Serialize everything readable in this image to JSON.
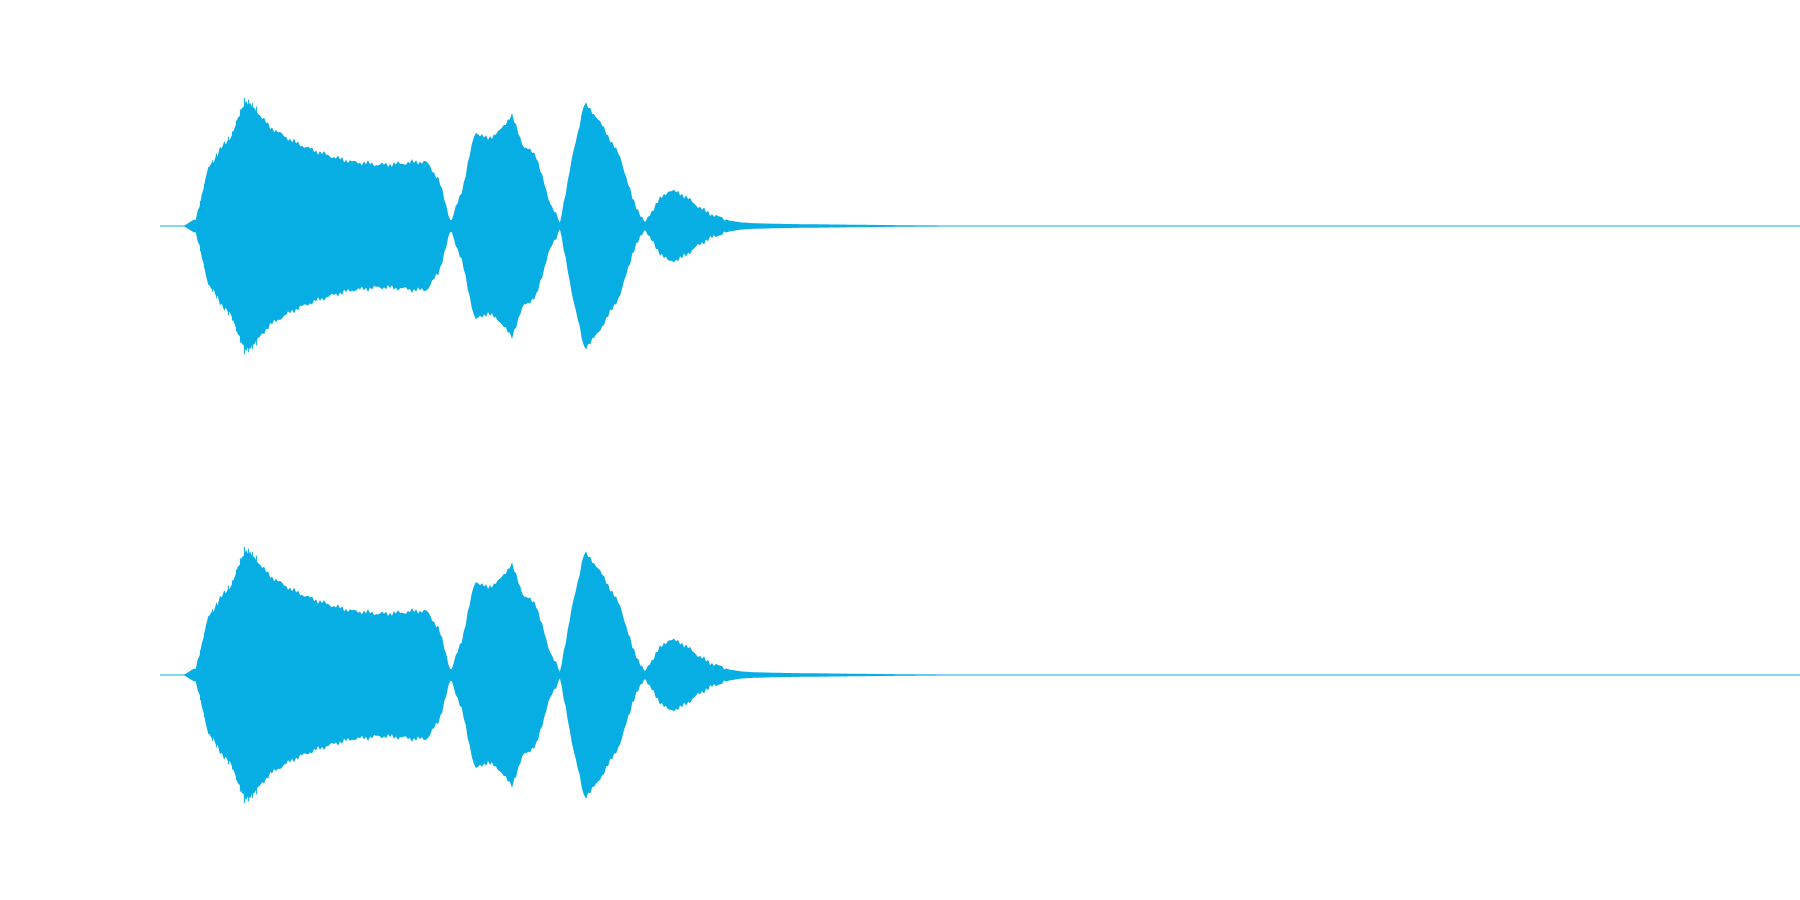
{
  "waveform": {
    "wave_color": "#06aee4",
    "background_color": "#ffffff",
    "channels": [
      {
        "name": "",
        "peaks": [
          0.0,
          0.0,
          0.0,
          0.06,
          0.45,
          0.6,
          0.72,
          0.98,
          0.9,
          0.78,
          0.72,
          0.66,
          0.62,
          0.58,
          0.55,
          0.52,
          0.5,
          0.49,
          0.48,
          0.48,
          0.49,
          0.5,
          0.5,
          0.36,
          0.02,
          0.3,
          0.74,
          0.68,
          0.74,
          0.87,
          0.62,
          0.56,
          0.22,
          0.02,
          0.52,
          0.96,
          0.86,
          0.7,
          0.53,
          0.2,
          0.02,
          0.18,
          0.28,
          0.25,
          0.18,
          0.11,
          0.07,
          0.04,
          0.025,
          0.02,
          0.017,
          0.015,
          0.013,
          0.012,
          0.011,
          0.01,
          0.009,
          0.008,
          0.007,
          0.006,
          0.005,
          0.004,
          0.003,
          0.002,
          0.002,
          0.001,
          0.0,
          0.0,
          0.0,
          0.0,
          0.0,
          0.0,
          0.0,
          0.0,
          0.0,
          0.0,
          0.0,
          0.0,
          0.0,
          0.0,
          0.0,
          0.0,
          0.0,
          0.0,
          0.0,
          0.0,
          0.0,
          0.0,
          0.0,
          0.0,
          0.0,
          0.0,
          0.0,
          0.0,
          0.0,
          0.0,
          0.0,
          0.0,
          0.0,
          0.0
        ]
      },
      {
        "name": "",
        "peaks": [
          0.0,
          0.0,
          0.0,
          0.06,
          0.45,
          0.6,
          0.72,
          0.98,
          0.9,
          0.78,
          0.72,
          0.66,
          0.62,
          0.58,
          0.55,
          0.52,
          0.5,
          0.49,
          0.48,
          0.48,
          0.49,
          0.5,
          0.5,
          0.36,
          0.02,
          0.3,
          0.74,
          0.68,
          0.74,
          0.87,
          0.62,
          0.56,
          0.22,
          0.02,
          0.52,
          0.96,
          0.86,
          0.7,
          0.53,
          0.2,
          0.02,
          0.18,
          0.28,
          0.25,
          0.18,
          0.11,
          0.07,
          0.04,
          0.025,
          0.02,
          0.017,
          0.015,
          0.013,
          0.012,
          0.011,
          0.01,
          0.009,
          0.008,
          0.007,
          0.006,
          0.005,
          0.004,
          0.003,
          0.002,
          0.002,
          0.001,
          0.0,
          0.0,
          0.0,
          0.0,
          0.0,
          0.0,
          0.0,
          0.0,
          0.0,
          0.0,
          0.0,
          0.0,
          0.0,
          0.0,
          0.0,
          0.0,
          0.0,
          0.0,
          0.0,
          0.0,
          0.0,
          0.0,
          0.0,
          0.0,
          0.0,
          0.0,
          0.0,
          0.0,
          0.0,
          0.0,
          0.0,
          0.0,
          0.0,
          0.0
        ]
      }
    ]
  }
}
